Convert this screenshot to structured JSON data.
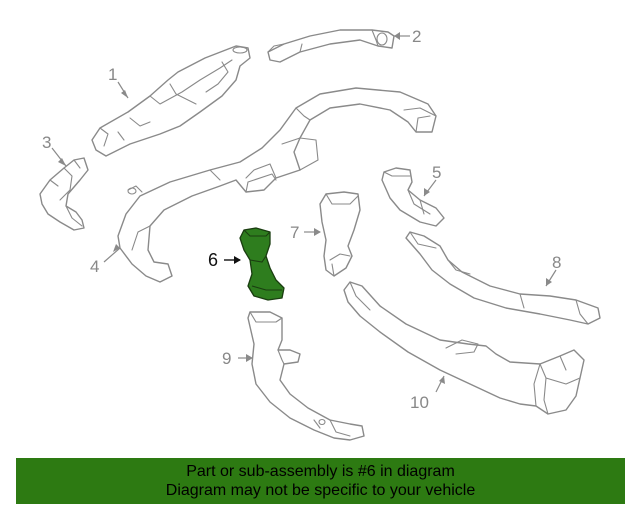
{
  "diagram": {
    "callouts": [
      {
        "id": "1",
        "label": "1"
      },
      {
        "id": "2",
        "label": "2"
      },
      {
        "id": "3",
        "label": "3"
      },
      {
        "id": "4",
        "label": "4"
      },
      {
        "id": "5",
        "label": "5"
      },
      {
        "id": "6",
        "label": "6"
      },
      {
        "id": "7",
        "label": "7"
      },
      {
        "id": "8",
        "label": "8"
      },
      {
        "id": "9",
        "label": "9"
      },
      {
        "id": "10",
        "label": "10"
      }
    ],
    "highlighted_part": "6",
    "colors": {
      "highlight_fill": "#2e7d1e",
      "line": "#8a8a8a",
      "banner": "#2d7a12"
    }
  },
  "footer": {
    "line1": "Part or sub-assembly is #6 in diagram",
    "line2": "Diagram may not be specific to your vehicle"
  }
}
